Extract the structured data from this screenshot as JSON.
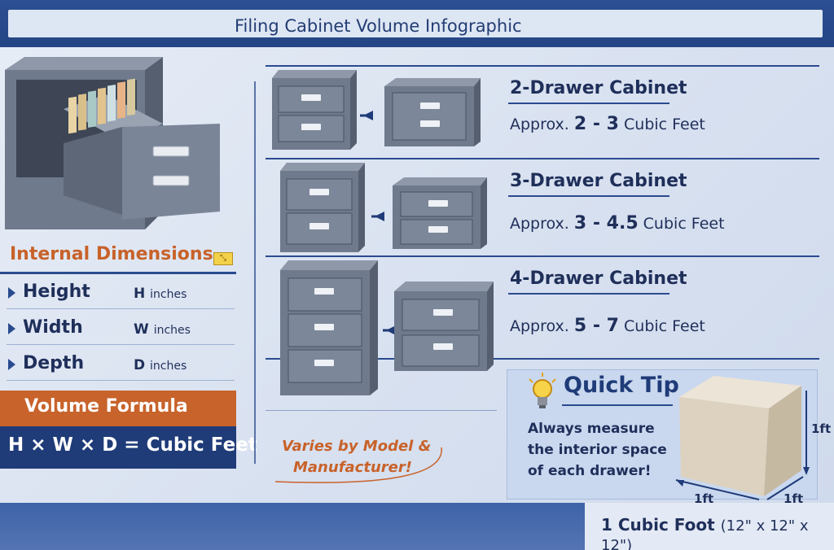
{
  "header": {
    "title": "Filing Cabinet Volume Infographic"
  },
  "dimensions": {
    "title": "Internal Dimensions",
    "rows": [
      {
        "name": "Height",
        "letter": "H",
        "unit": "inches"
      },
      {
        "name": "Width",
        "letter": "W",
        "unit": "inches"
      },
      {
        "name": "Depth",
        "letter": "D",
        "unit": "inches"
      }
    ]
  },
  "formula": {
    "title": "Volume Formula",
    "expression": "H × W × D = Cubic Feet"
  },
  "cabinets": [
    {
      "label": "2-Drawer Cabinet",
      "prefix": "Approx. ",
      "range": "2 - 3",
      "suffix": " Cubic Feet"
    },
    {
      "label": "3-Drawer Cabinet",
      "prefix": "Approx. ",
      "range": "3 - 4.5",
      "suffix": " Cubic Feet"
    },
    {
      "label": "4-Drawer Cabinet",
      "prefix": "Approx. ",
      "range": "5 - 7",
      "suffix": " Cubic Feet"
    }
  ],
  "note": {
    "line1": "Varies by Model &",
    "line2": "Manufacturer!"
  },
  "tip": {
    "title": "Quick Tip",
    "text": "Always measure the interior space of each drawer!",
    "cube_label_h": "1ft",
    "cube_label_w": "1ft",
    "cube_label_d": "1ft"
  },
  "footer": {
    "main": "1 Cubic Foot",
    "detail": "(12\" x 12\" x 12\")"
  },
  "colors": {
    "navy": "#1f3b78",
    "orange": "#c8632c",
    "cabinet_gray": "#6f7a8c"
  }
}
